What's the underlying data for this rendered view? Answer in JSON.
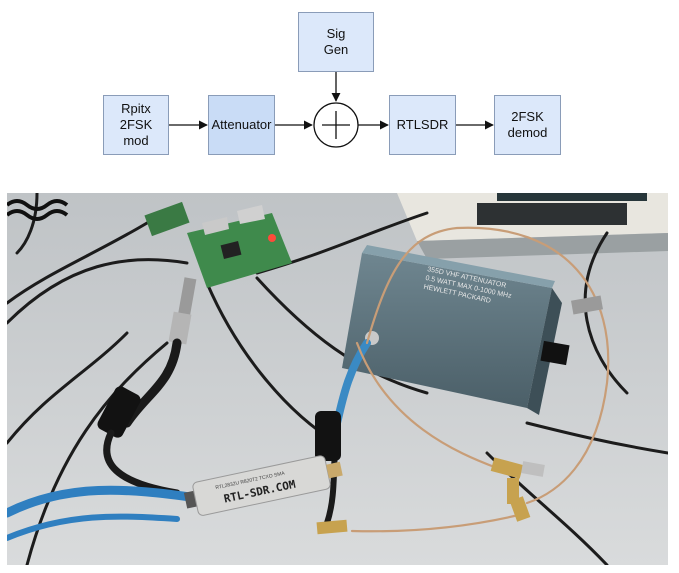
{
  "diagram": {
    "blocks": {
      "rpitx": "Rpitx\n2FSK\nmod",
      "attenuator": "Attenuator",
      "siggen": "Sig\nGen",
      "rtlsdr": "RTLSDR",
      "demod": "2FSK\ndemod"
    },
    "colors": {
      "block_fill": "#dce8fa",
      "attenuator_fill": "#c9dcf6",
      "block_border": "#8a9cb8"
    }
  },
  "photo": {
    "attenuator_label": "355D VHF ATTENUATOR\n0.5 WATT MAX 0-1000 MHz\nHEWLETT PACKARD",
    "dongle_label": "RTL-SDR.COM",
    "dongle_small_text": "RTL2832U R820T2 TCXO SMA"
  }
}
